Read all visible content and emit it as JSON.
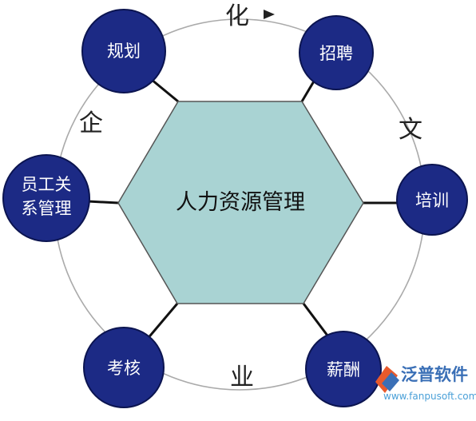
{
  "diagram": {
    "center_label": "人力资源管理",
    "nodes": [
      {
        "id": "planning",
        "label": "规划"
      },
      {
        "id": "recruiting",
        "label": "招聘"
      },
      {
        "id": "training",
        "label": "培训"
      },
      {
        "id": "compensation",
        "label": "薪酬"
      },
      {
        "id": "appraisal",
        "label": "考核"
      },
      {
        "id": "employee-relations",
        "label_line1": "员工关",
        "label_line2": "系管理"
      }
    ],
    "ring_text": {
      "char1": "化",
      "char2": "文",
      "char3": "业",
      "char4": "企"
    }
  },
  "watermark": {
    "brand": "泛普软件",
    "url": "www.fanpusoft.com"
  },
  "colors": {
    "hexagon_fill": "#a9d3d3",
    "hexagon_stroke": "#555555",
    "node_fill": "#1c2a85",
    "node_stroke": "#0b1450",
    "ring_stroke": "#aaaaaa",
    "connector": "#111111"
  }
}
